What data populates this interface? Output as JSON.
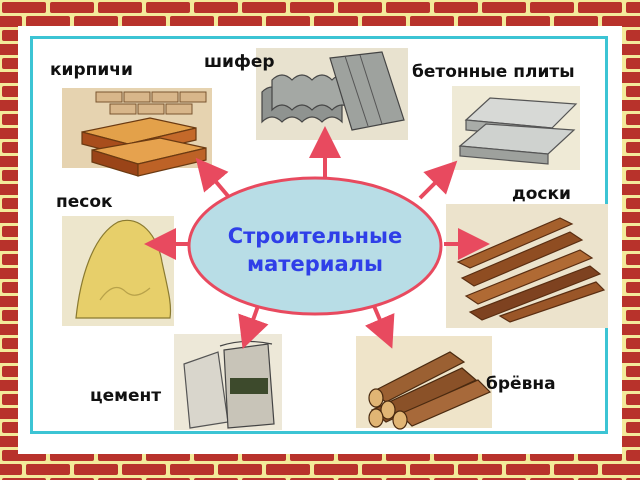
{
  "center": {
    "line1": "Строительные",
    "line2": "материалы"
  },
  "materials": {
    "bricks": "кирпичи",
    "slate": "шифер",
    "concrete_slabs": "бетонные плиты",
    "sand": "песок",
    "boards": "доски",
    "cement": "цемент",
    "logs": "брёвна"
  },
  "colors": {
    "brick_frame": "#b8322b",
    "mortar": "#f3ea9a",
    "panel_border": "#3cc4d4",
    "ellipse_fill": "#b8dde6",
    "ellipse_border": "#e84a5f",
    "arrow": "#e84a5f",
    "center_text": "#2f3fe8"
  }
}
